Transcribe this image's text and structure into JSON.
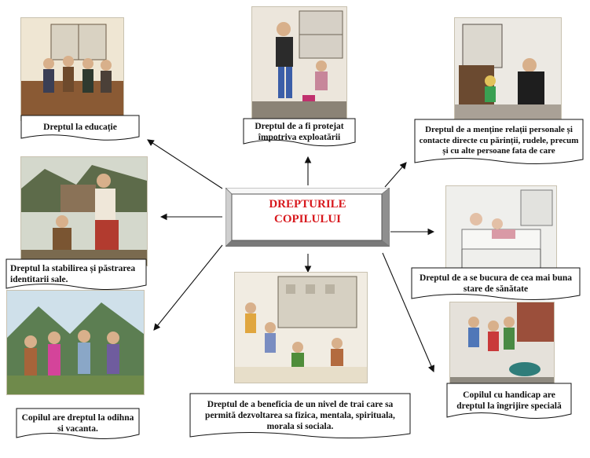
{
  "center": {
    "line1": "DREPTURILE",
    "line2": "COPILULUI"
  },
  "rights": {
    "education": "Dreptul la educație",
    "protection": "Dreptul de a fi protejat împotriva exploatării",
    "relations": "Dreptul de a menține relații personale și contacte directe cu părinții, rudele, precum și cu alte persoane fata de care",
    "identity": "Dreptul la stabilirea și păstrarea identitarii sale.",
    "health": "Dreptul de a se bucura de cea mai buna stare de sănătate",
    "rest": "Copilul are dreptul la odihna si vacanta.",
    "living": "Dreptul de a beneficia de un nivel de trai care sa permită dezvoltarea sa fizica, mentala, spirituala, morala si sociala.",
    "disability": "Copilul cu handicap are dreptul la îngrijire specială"
  },
  "colors": {
    "center_text": "#d8191e",
    "box_frame": "#a9a9a9",
    "arrow": "#111111"
  }
}
